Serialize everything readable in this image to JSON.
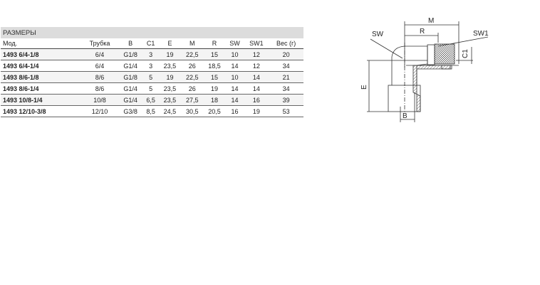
{
  "table": {
    "title": "РАЗМЕРЫ",
    "columns": [
      "Мод.",
      "Трубка",
      "B",
      "C1",
      "E",
      "M",
      "R",
      "SW",
      "SW1",
      "Вес (г)"
    ],
    "rows": [
      [
        "1493 6/4-1/8",
        "6/4",
        "G1/8",
        "3",
        "19",
        "22,5",
        "15",
        "10",
        "12",
        "20"
      ],
      [
        "1493 6/4-1/4",
        "6/4",
        "G1/4",
        "3",
        "23,5",
        "26",
        "18,5",
        "14",
        "12",
        "34"
      ],
      [
        "1493 8/6-1/8",
        "8/6",
        "G1/8",
        "5",
        "19",
        "22,5",
        "15",
        "10",
        "14",
        "21"
      ],
      [
        "1493 8/6-1/4",
        "8/6",
        "G1/4",
        "5",
        "23,5",
        "26",
        "19",
        "14",
        "14",
        "34"
      ],
      [
        "1493 10/8-1/4",
        "10/8",
        "G1/4",
        "6,5",
        "23,5",
        "27,5",
        "18",
        "14",
        "16",
        "39"
      ],
      [
        "1493 12/10-3/8",
        "12/10",
        "G3/8",
        "8,5",
        "24,5",
        "30,5",
        "20,5",
        "16",
        "19",
        "53"
      ]
    ]
  },
  "diagram": {
    "labels": {
      "M": "M",
      "R": "R",
      "SW": "SW",
      "SW1": "SW1",
      "C1": "C1",
      "E": "E",
      "B": "B"
    }
  }
}
